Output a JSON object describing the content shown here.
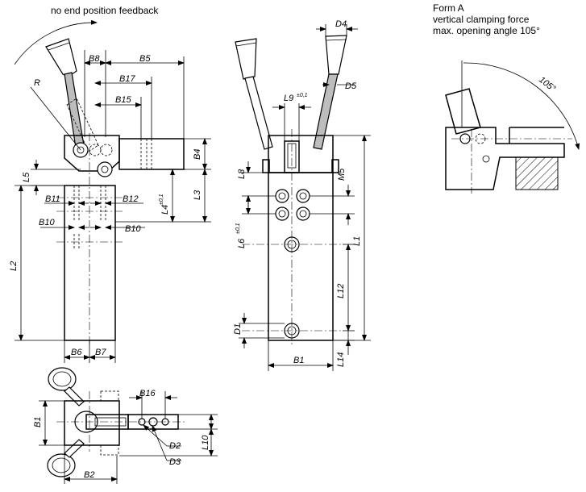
{
  "notes": {
    "feedback": "no end position feedback",
    "form_title": "Form A",
    "form_line1": "vertical clamping force",
    "form_line2": "max. opening angle 105°"
  },
  "labels": {
    "R": "R",
    "B8": "B8",
    "B5": "B5",
    "B17": "B17",
    "B15": "B15",
    "B4": "B4",
    "L5": "L5",
    "B11": "B11",
    "B12": "B12",
    "L3": "L3",
    "L4": "L4",
    "L4_tol": "±0,1",
    "B10_left": "B10",
    "B10_right": "B10",
    "L2": "L2",
    "B6": "B6",
    "B7": "B7",
    "D4": "D4",
    "D5": "D5",
    "L9": "L9",
    "L9_tol": "±0,1",
    "L8": "L8",
    "M5": "M5",
    "L6": "L6",
    "L6_tol": "±0,1",
    "L1": "L1",
    "L12": "L12",
    "D1": "D1",
    "L14": "L14",
    "B1_front": "B1",
    "B16": "B16",
    "B1_top": "B1",
    "D2": "D2",
    "D3": "D3",
    "L10": "L10",
    "B2": "B2",
    "angle": "105°"
  }
}
